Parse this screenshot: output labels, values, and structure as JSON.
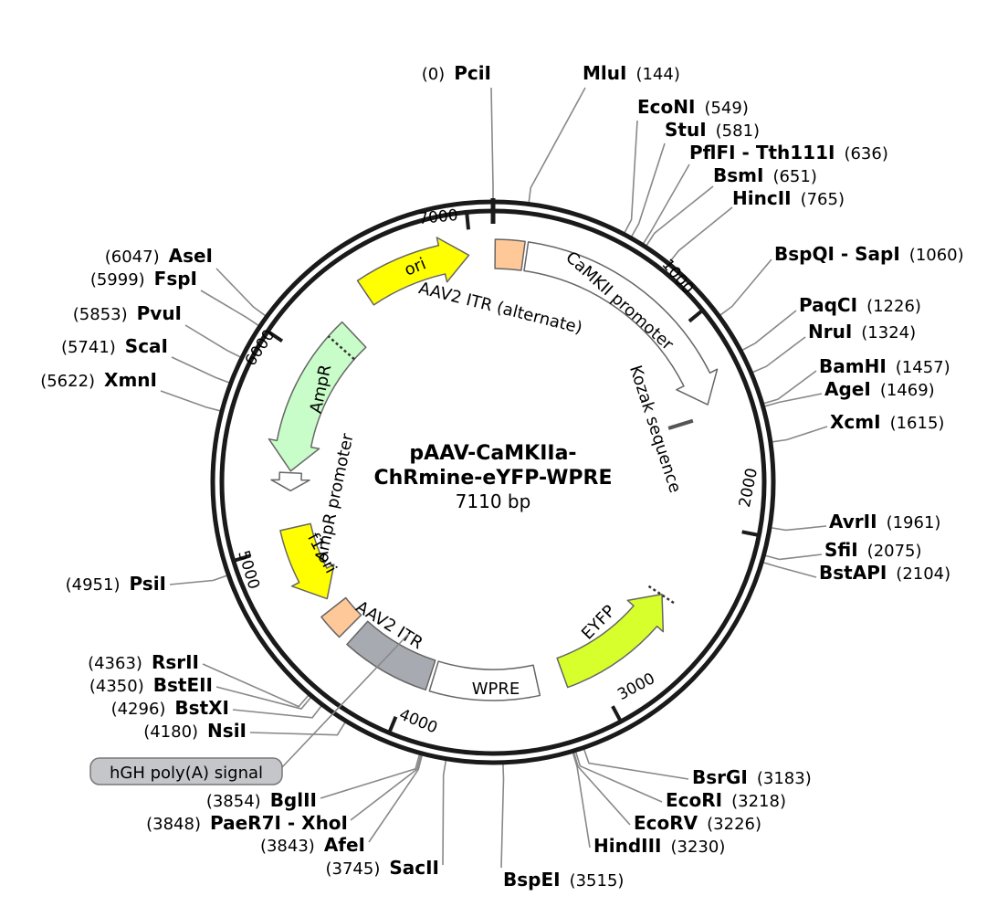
{
  "title": {
    "line1": "pAAV-CaMKIIa-",
    "line2": "ChRmine-eYFP-WPRE",
    "size_label": "7110 bp",
    "length_bp": 7110
  },
  "ticks": [
    {
      "bp": 1000,
      "label": "1000"
    },
    {
      "bp": 2000,
      "label": "2000"
    },
    {
      "bp": 3000,
      "label": "3000"
    },
    {
      "bp": 4000,
      "label": "4000"
    },
    {
      "bp": 5000,
      "label": "5000"
    },
    {
      "bp": 6000,
      "label": "6000"
    },
    {
      "bp": 7000,
      "label": "7000"
    }
  ],
  "features": [
    {
      "name": "ori",
      "label": "ori",
      "type": "arrow",
      "color": "#ffff00",
      "from": 6440,
      "to": 6990
    },
    {
      "name": "aav2-itr-alternate",
      "label": "AAV2 ITR (alternate)",
      "type": "box",
      "color": "#ffc898",
      "from": 10,
      "to": 150
    },
    {
      "name": "camkii-promoter",
      "label": "CaMKII promoter",
      "type": "arrow",
      "color": "#ffffff",
      "from": 165,
      "to": 1385
    },
    {
      "name": "kozak-sequence",
      "label": "Kozak sequence",
      "type": "mark",
      "color": "#555555",
      "from": 1440,
      "to": 1455
    },
    {
      "name": "eyfp",
      "label": "EYFP",
      "type": "arrow",
      "color": "#d7ff2c",
      "from": 2440,
      "to": 3160
    },
    {
      "name": "wpre",
      "label": "WPRE",
      "type": "box",
      "color": "#ffffff",
      "from": 3310,
      "to": 3890
    },
    {
      "name": "hgh-polya-signal",
      "label": "",
      "type": "box",
      "color": "#a7aab0",
      "from": 3910,
      "to": 4385
    },
    {
      "name": "aav2-itr",
      "label": "AAV2 ITR",
      "type": "box",
      "color": "#ffc898",
      "from": 4440,
      "to": 4580
    },
    {
      "name": "f1-ori",
      "label": "f1 ori",
      "type": "arrow",
      "color": "#ffff00",
      "from": 4640,
      "to": 5080
    },
    {
      "name": "ampr-promoter",
      "label": "AmpR promoter",
      "type": "arrow",
      "color": "#ffffff",
      "from": 5285,
      "to": 5385
    },
    {
      "name": "ampr",
      "label": "AmpR",
      "type": "arrow",
      "color": "#c8fcc8",
      "from": 5395,
      "to": 6255
    }
  ],
  "sites": [
    {
      "name": "PciI",
      "pos": "(0)",
      "bp": 0,
      "side": "right-of-pos"
    },
    {
      "name": "MluI",
      "pos": "(144)",
      "bp": 144
    },
    {
      "name": "EcoNI",
      "pos": "(549)",
      "bp": 549
    },
    {
      "name": "StuI",
      "pos": "(581)",
      "bp": 581
    },
    {
      "name": "PflFI - Tth111I",
      "pos": "(636)",
      "bp": 636
    },
    {
      "name": "BsmI",
      "pos": "(651)",
      "bp": 651
    },
    {
      "name": "HincII",
      "pos": "(765)",
      "bp": 765
    },
    {
      "name": "BspQI - SapI",
      "pos": "(1060)",
      "bp": 1060
    },
    {
      "name": "PaqCI",
      "pos": "(1226)",
      "bp": 1226
    },
    {
      "name": "NruI",
      "pos": "(1324)",
      "bp": 1324
    },
    {
      "name": "BamHI",
      "pos": "(1457)",
      "bp": 1457
    },
    {
      "name": "AgeI",
      "pos": "(1469)",
      "bp": 1469
    },
    {
      "name": "XcmI",
      "pos": "(1615)",
      "bp": 1615
    },
    {
      "name": "AvrII",
      "pos": "(1961)",
      "bp": 1961
    },
    {
      "name": "SfiI",
      "pos": "(2075)",
      "bp": 2075
    },
    {
      "name": "BstAPI",
      "pos": "(2104)",
      "bp": 2104
    },
    {
      "name": "BsrGI",
      "pos": "(3183)",
      "bp": 3183
    },
    {
      "name": "EcoRI",
      "pos": "(3218)",
      "bp": 3218
    },
    {
      "name": "EcoRV",
      "pos": "(3226)",
      "bp": 3226
    },
    {
      "name": "HindIII",
      "pos": "(3230)",
      "bp": 3230
    },
    {
      "name": "BspEI",
      "pos": "(3515)",
      "bp": 3515
    },
    {
      "name": "SacII",
      "pos": "(3745)",
      "bp": 3745
    },
    {
      "name": "AfeI",
      "pos": "(3843)",
      "bp": 3843
    },
    {
      "name": "PaeR7I - XhoI",
      "pos": "(3848)",
      "bp": 3848
    },
    {
      "name": "BglII",
      "pos": "(3854)",
      "bp": 3854
    },
    {
      "name": "NsiI",
      "pos": "(4180)",
      "bp": 4180
    },
    {
      "name": "BstXI",
      "pos": "(4296)",
      "bp": 4296
    },
    {
      "name": "BstEII",
      "pos": "(4350)",
      "bp": 4350
    },
    {
      "name": "RsrII",
      "pos": "(4363)",
      "bp": 4363
    },
    {
      "name": "PsiI",
      "pos": "(4951)",
      "bp": 4951
    },
    {
      "name": "XmnI",
      "pos": "(5622)",
      "bp": 5622
    },
    {
      "name": "ScaI",
      "pos": "(5741)",
      "bp": 5741
    },
    {
      "name": "PvuI",
      "pos": "(5853)",
      "bp": 5853
    },
    {
      "name": "FspI",
      "pos": "(5999)",
      "bp": 5999
    },
    {
      "name": "AseI",
      "pos": "(6047)",
      "bp": 6047
    }
  ],
  "callout": {
    "label": "hGH poly(A) signal",
    "bp": 4130,
    "fill": "#c4c6ca"
  }
}
